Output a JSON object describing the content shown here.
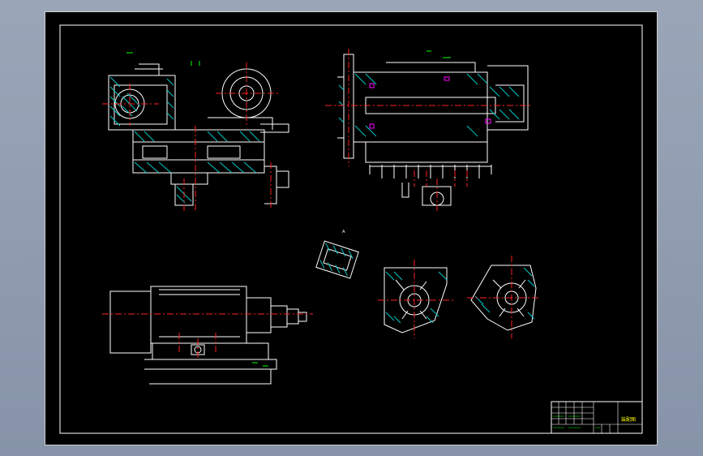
{
  "sheet": {
    "background": "#000000",
    "frame_color": "#ffffff",
    "colors": {
      "outline": "#ffffff",
      "centerline": "#ff2020",
      "hatch": "#00c8c8",
      "dimension": "#00ff00",
      "highlight": "#ff00ff",
      "title_text": "#ffff00"
    }
  },
  "views": [
    {
      "name": "front-section-view",
      "label": ""
    },
    {
      "name": "spindle-section-view",
      "label": ""
    },
    {
      "name": "detail-view-a",
      "label": "A"
    },
    {
      "name": "motor-side-view",
      "label": ""
    },
    {
      "name": "section-b",
      "label": ""
    },
    {
      "name": "section-c",
      "label": ""
    }
  ],
  "title_block": {
    "drawing_name": "装配图"
  }
}
